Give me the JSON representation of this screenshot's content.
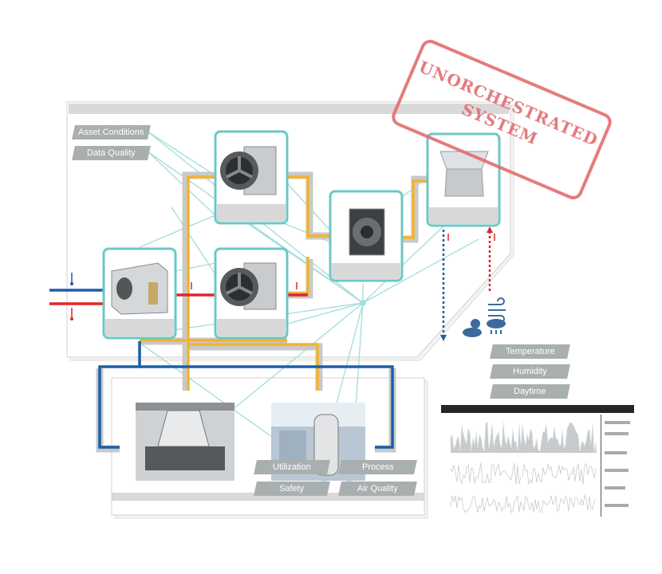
{
  "stamp": {
    "line1": "UNORCHESTRATED",
    "line2": "SYSTEM"
  },
  "top_tags": {
    "asset_conditions": "Asset Conditions",
    "data_quality": "Data Quality"
  },
  "env_tags": {
    "temperature": "Temperature",
    "humidity": "Humidity",
    "daytime": "Daytime"
  },
  "bottom_tags": {
    "utilization": "Utilization",
    "process": "Process",
    "safety": "Safety",
    "air_quality": "Air Quality"
  },
  "colors": {
    "teal": "#6cc7c4",
    "orange": "#f2b430",
    "red": "#e0262b",
    "blue": "#1a5fa8",
    "grey": "#a9afaf",
    "stamp": "#e36d70"
  },
  "icons": [
    "thermometer-icon",
    "flow-arrow-icon",
    "wind-icon",
    "sun-cloud-icon",
    "rain-cloud-icon"
  ]
}
